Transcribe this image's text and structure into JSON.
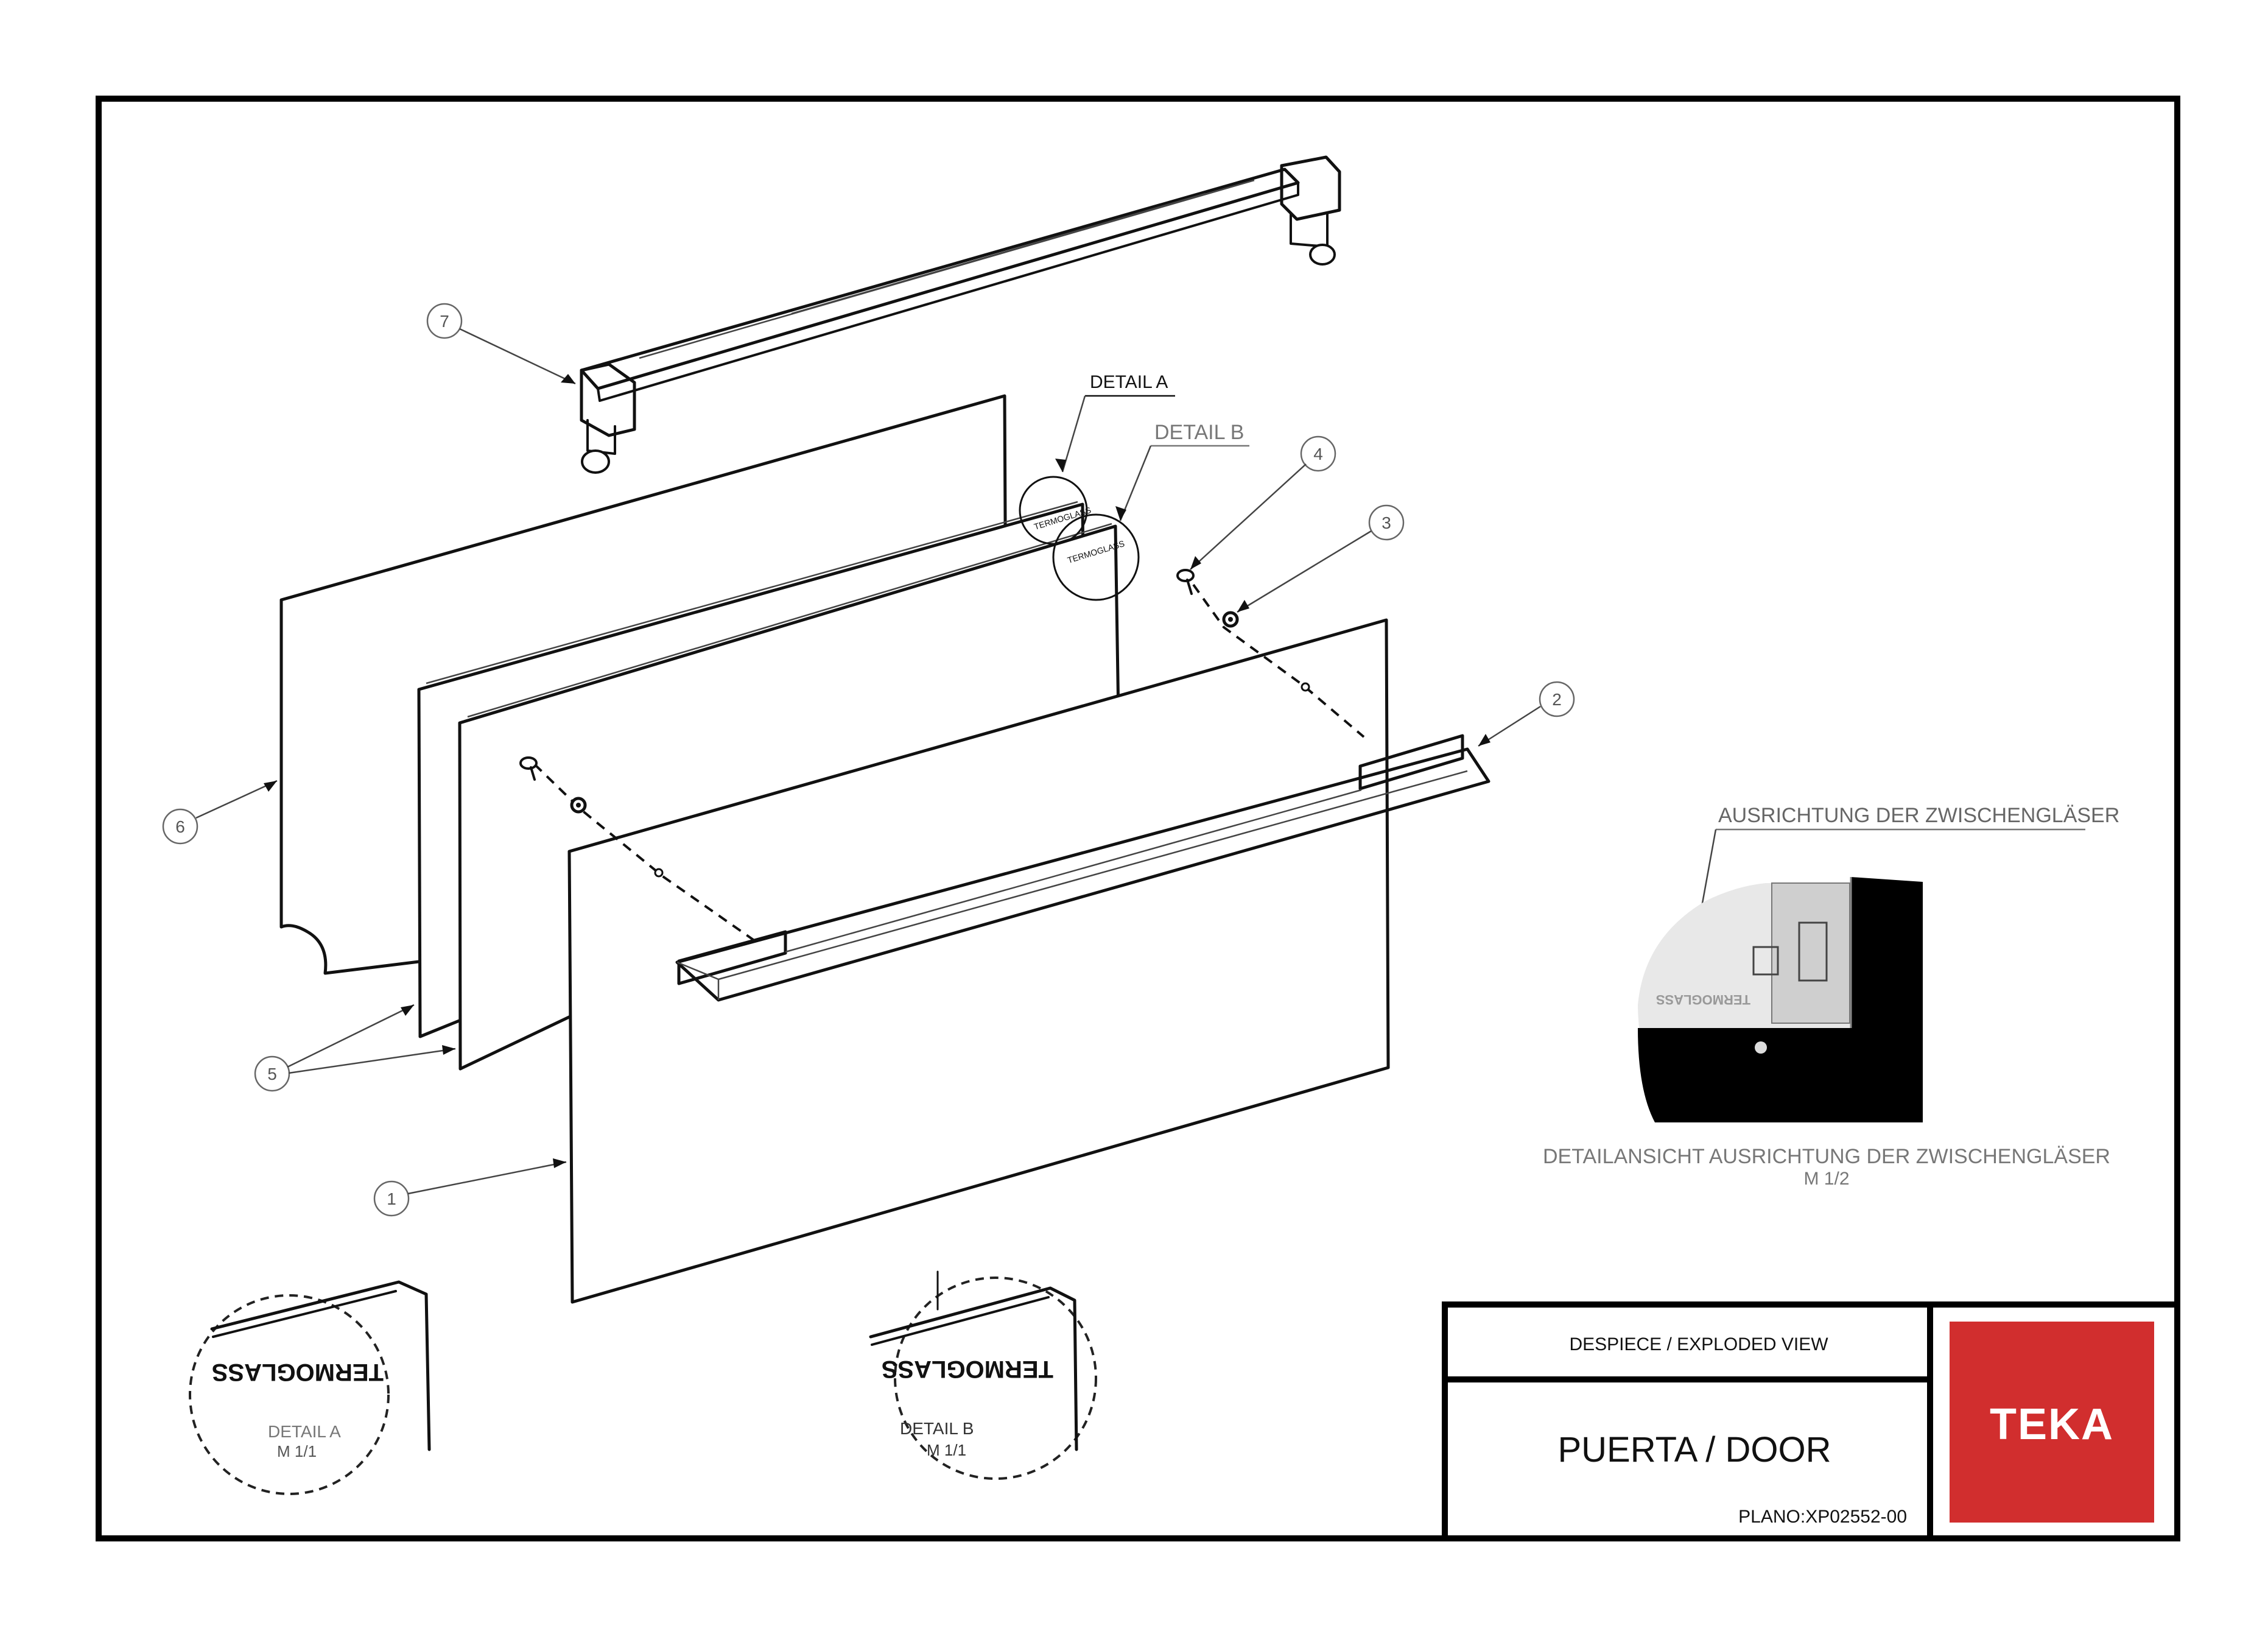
{
  "balloons": [
    "1",
    "2",
    "3",
    "4",
    "5",
    "6",
    "7"
  ],
  "callouts": {
    "detail_a": "DETAIL A",
    "detail_b": "DETAIL  B",
    "alignment_title": "AUSRICHTUNG DER ZWISCHENGLÄSER"
  },
  "detail_a": {
    "mark": "TERMOGLASS",
    "title": "DETAIL A",
    "scale": "M  1/1"
  },
  "detail_b": {
    "mark": "TERMOGLASS",
    "title": "DETAIL B",
    "scale": "M 1/1"
  },
  "alignment_view": {
    "caption": "DETAILANSICHT AUSRICHTUNG DER ZWISCHENGLÄSER",
    "scale": "M 1/2",
    "mark": "TERMOGLASS"
  },
  "title_block": {
    "header": "DESPIECE / EXPLODED VIEW",
    "title": "PUERTA / DOOR",
    "plano": "PLANO:XP02552-00",
    "logo": "TEKA",
    "logo_color": "#d12e2e"
  }
}
